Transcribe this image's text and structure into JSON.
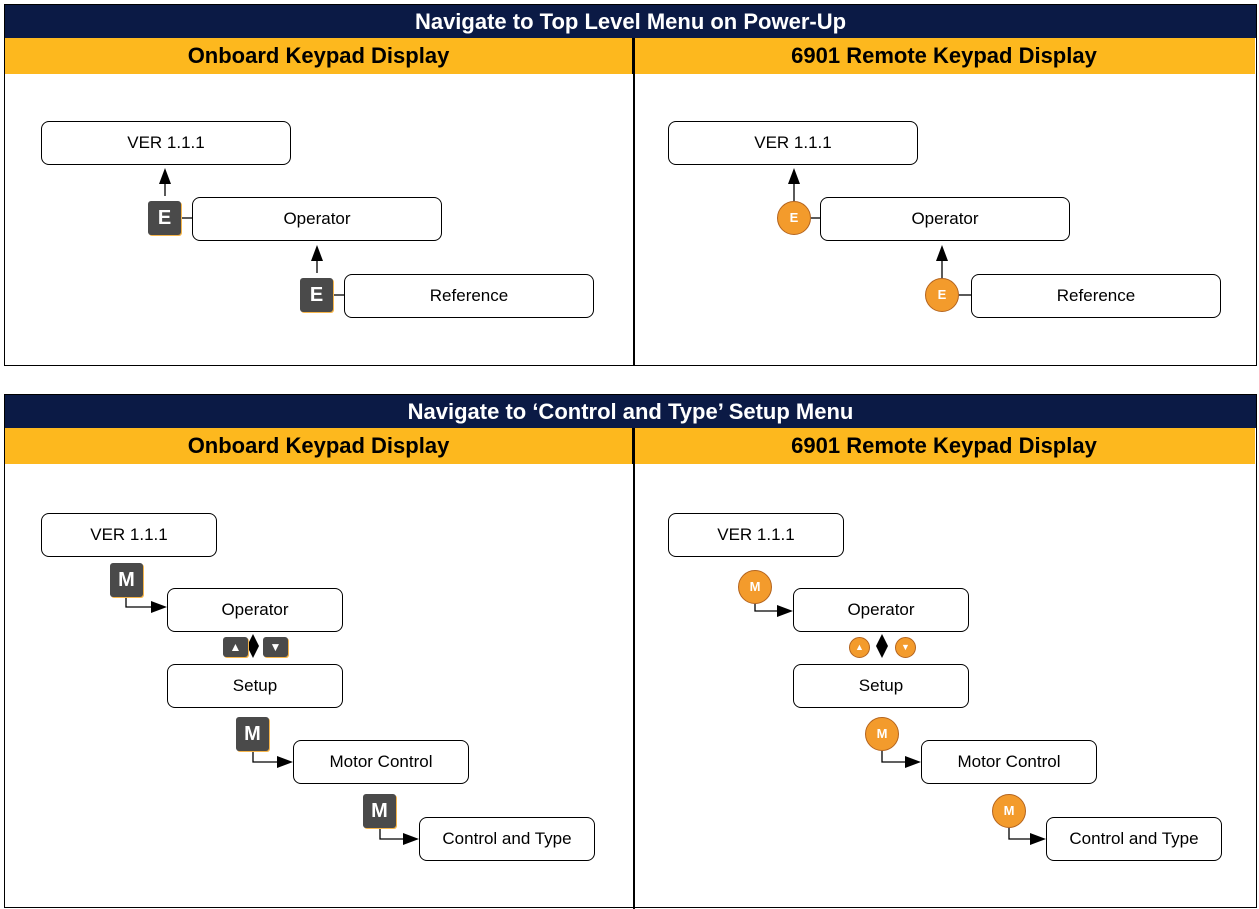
{
  "sections": [
    {
      "title": "Navigate to Top Level Menu on Power-Up",
      "left_heading": "Onboard Keypad Display",
      "right_heading": "6901 Remote Keypad Display",
      "menus": {
        "ver": "VER 1.1.1",
        "operator": "Operator",
        "reference": "Reference"
      },
      "keys": {
        "e": "E"
      }
    },
    {
      "title": "Navigate to ‘Control and Type’ Setup Menu",
      "left_heading": "Onboard Keypad Display",
      "right_heading": "6901 Remote Keypad Display",
      "menus": {
        "ver": "VER 1.1.1",
        "operator": "Operator",
        "setup": "Setup",
        "motor_control": "Motor Control",
        "control_type": "Control and Type"
      },
      "keys": {
        "m": "M",
        "up": "▲",
        "down": "▼",
        "updown": "◆"
      }
    }
  ],
  "colors": {
    "title_bg": "#0b1a45",
    "heading_bg": "#fdb81e",
    "onboard_key": "#4a4a4a",
    "remote_key": "#f39b2c"
  }
}
